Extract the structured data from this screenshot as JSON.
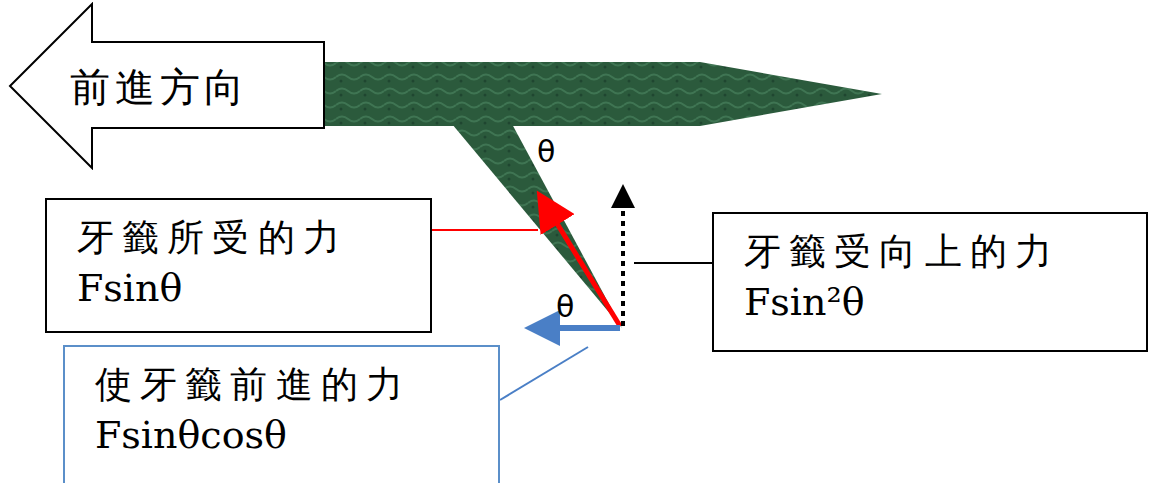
{
  "diagram": {
    "nodes": [
      {
        "text": [
          "前進方向"
        ]
      },
      {
        "text": [
          "牙籤所受的力",
          "Fsinθ"
        ]
      },
      {
        "text": [
          "牙籤受向上的力",
          "Fsin²θ"
        ]
      },
      {
        "text": [
          "使牙籤前進的力",
          "Fsinθcosθ"
        ]
      }
    ],
    "labels": [
      "θ",
      "θ"
    ]
  }
}
